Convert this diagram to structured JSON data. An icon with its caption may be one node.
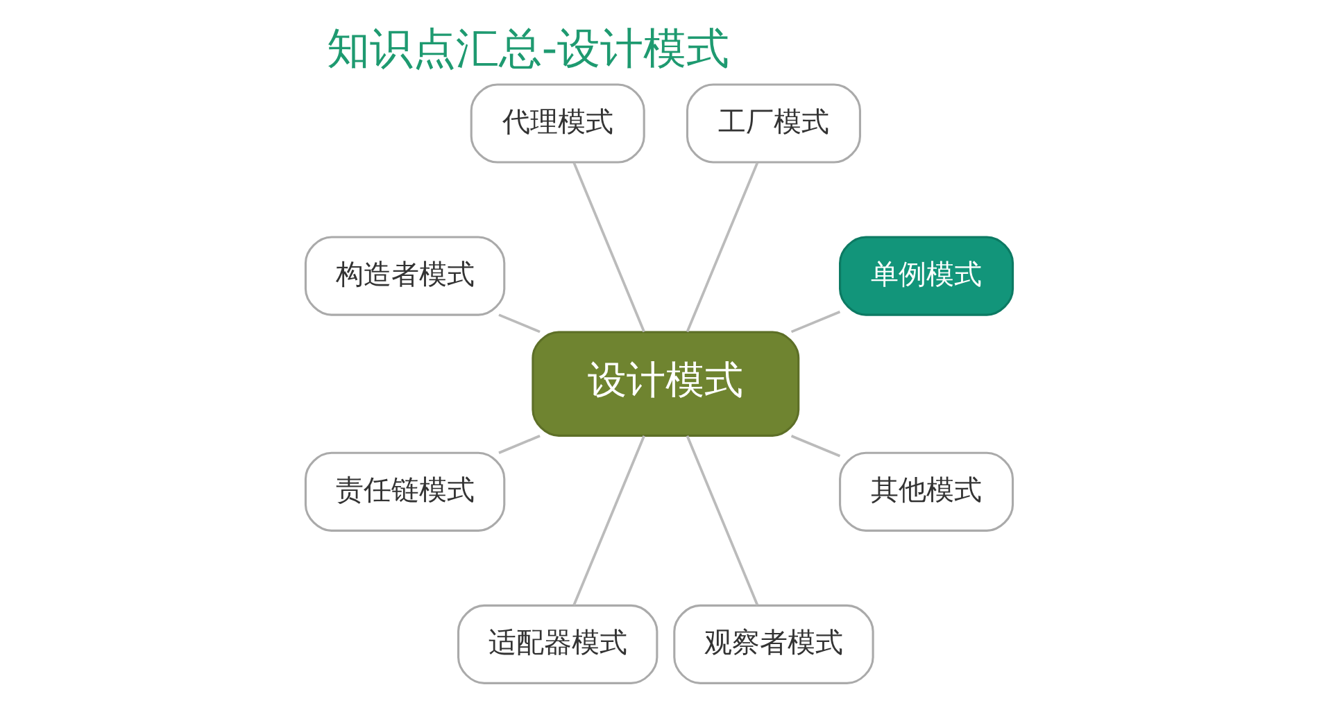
{
  "diagram": {
    "title": "知识点汇总-设计模式",
    "nodes": [
      {
        "text": [
          "设计模式"
        ]
      },
      {
        "text": [
          "单例模式"
        ]
      },
      {
        "text": [
          "工厂模式"
        ]
      },
      {
        "text": [
          "代理模式"
        ]
      },
      {
        "text": [
          "构造者模式"
        ]
      },
      {
        "text": [
          "责任链模式"
        ]
      },
      {
        "text": [
          "适配器模式"
        ]
      },
      {
        "text": [
          "观察者模式"
        ]
      },
      {
        "text": [
          "其他模式"
        ]
      }
    ],
    "edges": [
      {
        "from": 0,
        "to": 1,
        "arrow": "none"
      },
      {
        "from": 0,
        "to": 2,
        "arrow": "none"
      },
      {
        "from": 0,
        "to": 3,
        "arrow": "none"
      },
      {
        "from": 0,
        "to": 4,
        "arrow": "none"
      },
      {
        "from": 0,
        "to": 5,
        "arrow": "none"
      },
      {
        "from": 0,
        "to": 6,
        "arrow": "none"
      },
      {
        "from": 0,
        "to": 7,
        "arrow": "none"
      },
      {
        "from": 0,
        "to": 8,
        "arrow": "none"
      }
    ]
  }
}
